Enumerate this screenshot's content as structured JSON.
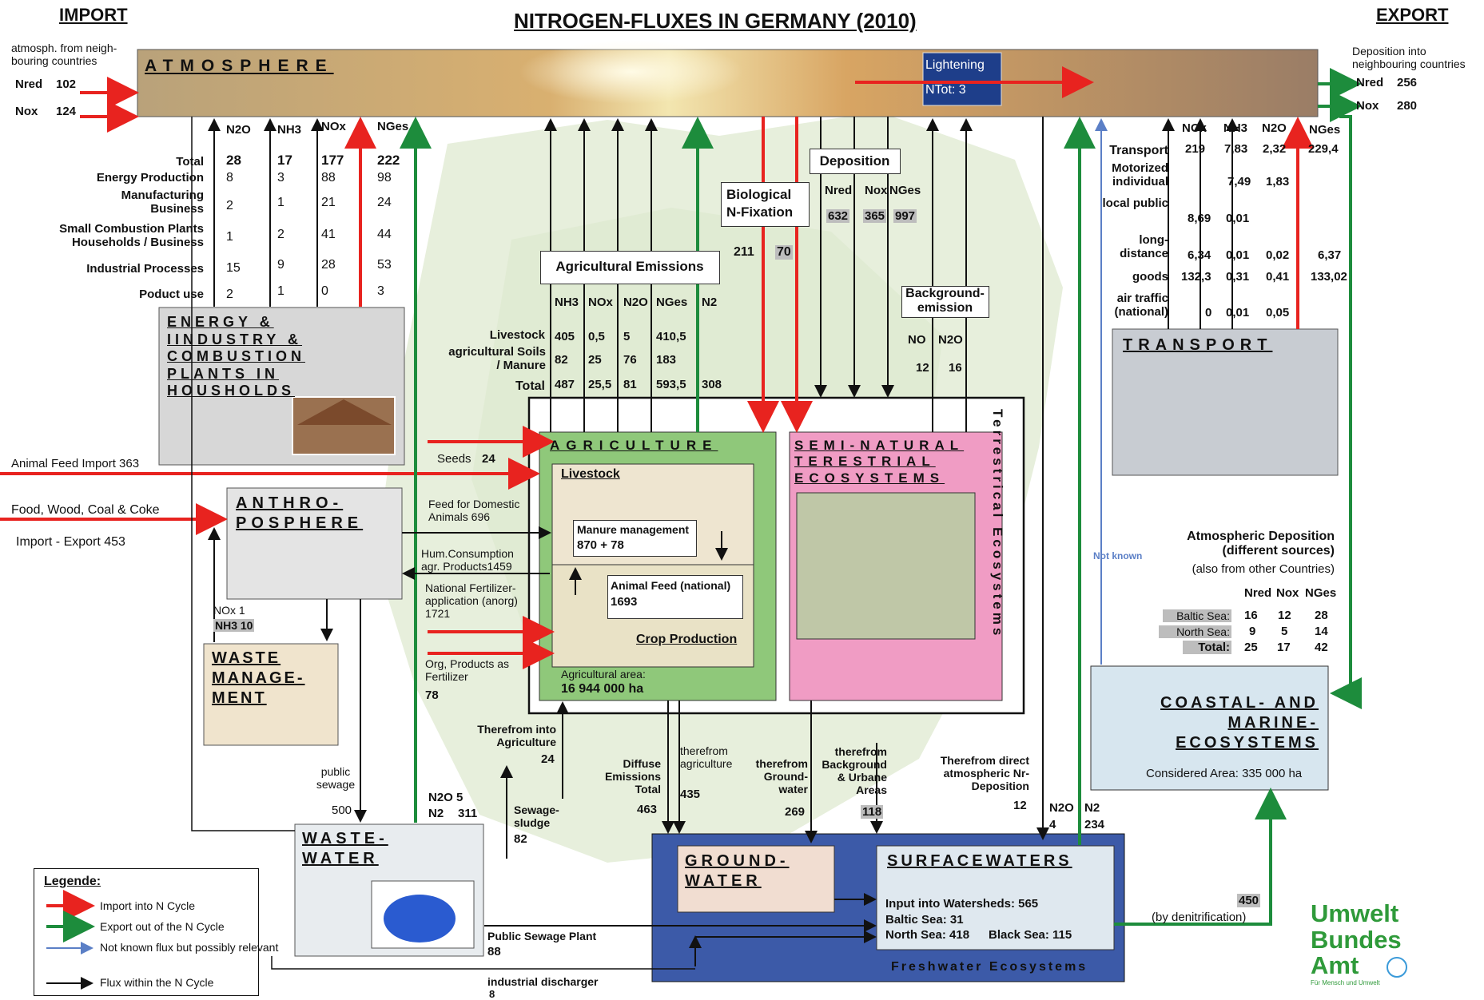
{
  "header": {
    "import": "IMPORT",
    "title": "NITROGEN-FLUXES IN GERMANY (2010)",
    "export": "EXPORT"
  },
  "atmosphere": {
    "label": "ATMOSPHERE",
    "import_text": "atmosph. from neigh-bouring countries",
    "nred": "Nred",
    "nred_val": "102",
    "nox": "Nox",
    "nox_val": "124",
    "lightening": "Lightening",
    "lightening_val": "NTot: 3",
    "export_text": "Deposition into neighbouring countries",
    "exp_nred": "Nred",
    "exp_nred_val": "256",
    "exp_nox": "Nox",
    "exp_nox_val": "280"
  },
  "energy": {
    "heads": [
      "N2O",
      "NH3",
      "NOx",
      "NGes"
    ],
    "rows": [
      {
        "label": "Total",
        "v": [
          "28",
          "17",
          "177",
          "222"
        ]
      },
      {
        "label": "Energy Production",
        "v": [
          "8",
          "3",
          "88",
          "98"
        ]
      },
      {
        "label": "Manufacturing Business",
        "v": [
          "2",
          "1",
          "21",
          "24"
        ]
      },
      {
        "label": "Small Combustion Plants Households / Business",
        "v": [
          "1",
          "2",
          "41",
          "44"
        ]
      },
      {
        "label": "Industrial Processes",
        "v": [
          "15",
          "9",
          "28",
          "53"
        ]
      },
      {
        "label": "Poduct use",
        "v": [
          "2",
          "1",
          "0",
          "3"
        ]
      }
    ],
    "box_label": "ENERGY & IINDUSTRY & COMBUSTION PLANTS IN HOUSHOLDS"
  },
  "transport": {
    "heads": [
      "NOx",
      "NH3",
      "N2O",
      "NGes"
    ],
    "rows": [
      {
        "label": "Transport",
        "v": [
          "219",
          "7,83",
          "2,32",
          "229,4"
        ]
      },
      {
        "label": "Motorized individual",
        "v": [
          "",
          "7,49",
          "1,83",
          ""
        ]
      },
      {
        "label": "local public",
        "v": [
          "8,69",
          "0,01",
          "",
          ""
        ]
      },
      {
        "label": "long-distance",
        "v": [
          "6,34",
          "0,01",
          "0,02",
          "6,37"
        ]
      },
      {
        "label": "goods",
        "v": [
          "132,3",
          "0,31",
          "0,41",
          "133,02"
        ]
      },
      {
        "label": "air traffic (national)",
        "v": [
          "0",
          "0,01",
          "0,05",
          ""
        ]
      }
    ],
    "box_label": "TRANSPORT"
  },
  "agri_emissions": {
    "title": "Agricultural Emissions",
    "heads": [
      "NH3",
      "NOx",
      "N2O",
      "NGes",
      "N2"
    ],
    "rows": [
      {
        "label": "Livestock",
        "v": [
          "405",
          "0,5",
          "5",
          "410,5",
          ""
        ]
      },
      {
        "label": "agricultural Soils / Manure",
        "v": [
          "82",
          "25",
          "76",
          "183",
          ""
        ]
      },
      {
        "label": "Total",
        "v": [
          "487",
          "25,5",
          "81",
          "593,5",
          "308"
        ]
      }
    ]
  },
  "biological": {
    "title": "Biological N-Fixation",
    "v1": "211",
    "v2": "70"
  },
  "deposition": {
    "title": "Deposition",
    "heads": [
      "Nred",
      "Nox",
      "NGes"
    ],
    "vals": [
      "632",
      "365",
      "997"
    ]
  },
  "background": {
    "title": "Background-emission",
    "heads": [
      "NO",
      "N2O"
    ],
    "vals": [
      "12",
      "16"
    ]
  },
  "inputs": {
    "animal_feed": "Animal Feed Import 363",
    "food": "Food, Wood, Coal & Coke",
    "import_export": "Import - Export 453",
    "seeds": "Seeds",
    "seeds_val": "24",
    "feed_dom": "Feed for Domestic Animals 696",
    "hum": "Hum.Consumption agr. Products1459",
    "fert": "National Fertilizer-application (anorg) 1721",
    "org": "Org, Products as Fertilizer",
    "org_val": "78"
  },
  "anthro": {
    "label": "ANTHRO-POSPHERE",
    "nox": "NOx 1",
    "nh3": "NH3 10"
  },
  "waste_mgmt": {
    "label": "WASTE MANAGE-MENT"
  },
  "agriculture": {
    "label": "AGRICULTURE",
    "livestock": "Livestock",
    "manure": "Manure management",
    "manure_val": "870 + 78",
    "animal_feed": "Animal Feed (national)",
    "animal_feed_val": "1693",
    "crop": "Crop Production",
    "area_label": "Agricultural area:",
    "area_val": "16 944 000 ha"
  },
  "seminatural": {
    "label": "SEMI-NATURAL TERESTRIAL ECOSYSTEMS"
  },
  "terrestrial": "Terrestrical Ecosystems",
  "flows": {
    "therefrom_agri": "Therefrom into Agriculture",
    "therefrom_agri_val": "24",
    "public_sewage": "public sewage",
    "public_sewage_val": "500",
    "n2o5": "N2O 5",
    "n2": "N2",
    "n2_val": "311",
    "sludge": "Sewage-sludge",
    "sludge_val": "82",
    "diffuse": "Diffuse Emissions Total",
    "diffuse_val": "463",
    "agri": "therefrom agriculture",
    "agri_val": "435",
    "gw": "therefrom Ground-water",
    "gw_val": "269",
    "bg": "therefrom Background & Urbane Areas",
    "bg_val": "118",
    "direct": "Therefrom direct atmospheric Nr-Deposition",
    "direct_val": "12",
    "sw_n2o": "N2O",
    "sw_n2o_val": "4",
    "sw_n2": "N2",
    "sw_n2_val": "234",
    "not_known": "Not known",
    "sewage_plant": "Public Sewage Plant",
    "sewage_plant_val": "88",
    "industrial": "industrial discharger",
    "industrial_val": "8",
    "denit": "(by denitrification)",
    "denit_val": "450"
  },
  "wastewater": {
    "label": "WASTE-WATER"
  },
  "groundwater": {
    "label": "GROUND-WATER"
  },
  "surfacewaters": {
    "label": "SURFACEWATERS",
    "input": "Input into Watersheds: 565",
    "baltic": "Baltic Sea: 31",
    "north": "North Sea: 418",
    "black": "Black Sea: 115"
  },
  "freshwater": "Freshwater Ecosystems",
  "coastal": {
    "label": "COASTAL- AND MARINE-ECOSYSTEMS",
    "area": "Considered Area: 335 000 ha"
  },
  "atm_dep": {
    "title": "Atmospheric Deposition (different sources)",
    "sub": "(also from other Countries)",
    "heads": [
      "Nred",
      "Nox",
      "NGes"
    ],
    "rows": [
      {
        "label": "Baltic Sea:",
        "v": [
          "16",
          "12",
          "28"
        ]
      },
      {
        "label": "North Sea:",
        "v": [
          "9",
          "5",
          "14"
        ]
      },
      {
        "label": "Total:",
        "v": [
          "25",
          "17",
          "42"
        ]
      }
    ]
  },
  "legend": {
    "title": "Legende:",
    "items": [
      "Import into N Cycle",
      "Export out of the N Cycle",
      "Not known flux but possibly relevant",
      "Flux within the N Cycle"
    ]
  },
  "logo": {
    "l1": "Umwelt",
    "l2": "Bundes",
    "l3": "Amt",
    "tag": "Für Mensch und Umwelt"
  },
  "colors": {
    "import": "#e8231f",
    "export": "#1d8c3c",
    "notknown": "#5b7fc6",
    "flux": "#111111",
    "agriculture": "#8fc87a",
    "seminatural": "#f09cc4",
    "freshwater": "#3c5aa8"
  }
}
